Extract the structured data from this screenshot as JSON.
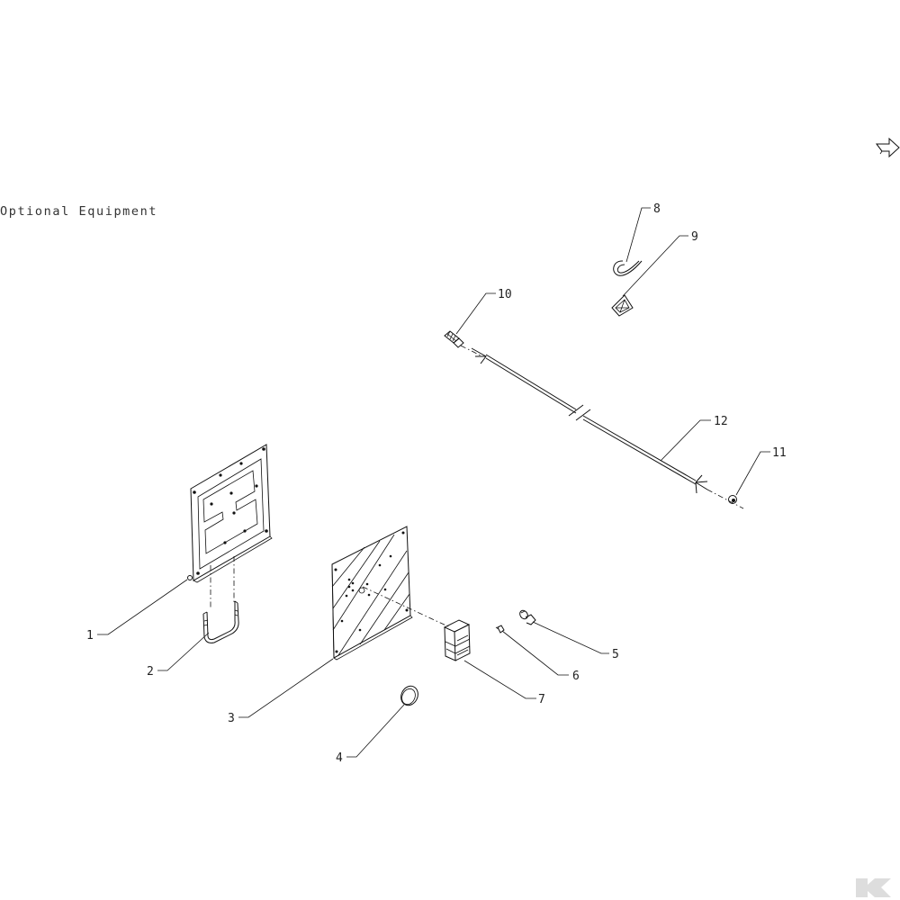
{
  "diagram": {
    "title": "Optional Equipment",
    "callouts": [
      "1",
      "2",
      "3",
      "4",
      "5",
      "6",
      "7",
      "8",
      "9",
      "10",
      "11",
      "12"
    ]
  },
  "icons": {
    "next_page": "next-page-arrow-icon",
    "brand": "brand-logo-icon"
  },
  "colors": {
    "line": "#111111",
    "background": "#ffffff",
    "logo": "#dddddd"
  }
}
